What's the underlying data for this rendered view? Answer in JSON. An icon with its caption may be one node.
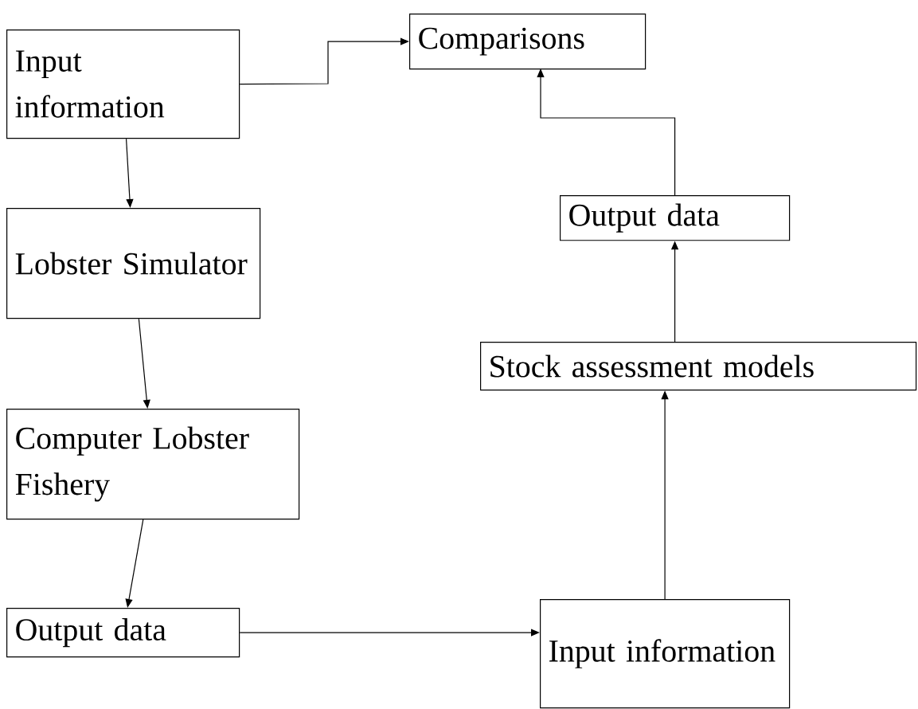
{
  "diagram": {
    "nodes": [
      {
        "text": [
          "Input information"
        ]
      },
      {
        "text": [
          "Comparisons"
        ]
      },
      {
        "text": [
          "Lobster Simulator"
        ]
      },
      {
        "text": [
          "Output data"
        ]
      },
      {
        "text": [
          "Stock assessment models"
        ]
      },
      {
        "text": [
          "Computer Lobster Fishery"
        ]
      },
      {
        "text": [
          "Output data"
        ]
      },
      {
        "text": [
          "Input information"
        ]
      }
    ],
    "edges": [
      {
        "from": 0,
        "to": 1,
        "arrow": "to"
      },
      {
        "from": 0,
        "to": 2,
        "arrow": "to"
      },
      {
        "from": 2,
        "to": 5,
        "arrow": "to"
      },
      {
        "from": 5,
        "to": 6,
        "arrow": "to"
      },
      {
        "from": 6,
        "to": 7,
        "arrow": "to"
      },
      {
        "from": 7,
        "to": 4,
        "arrow": "to"
      },
      {
        "from": 4,
        "to": 3,
        "arrow": "to"
      },
      {
        "from": 3,
        "to": 1,
        "arrow": "to"
      }
    ]
  }
}
